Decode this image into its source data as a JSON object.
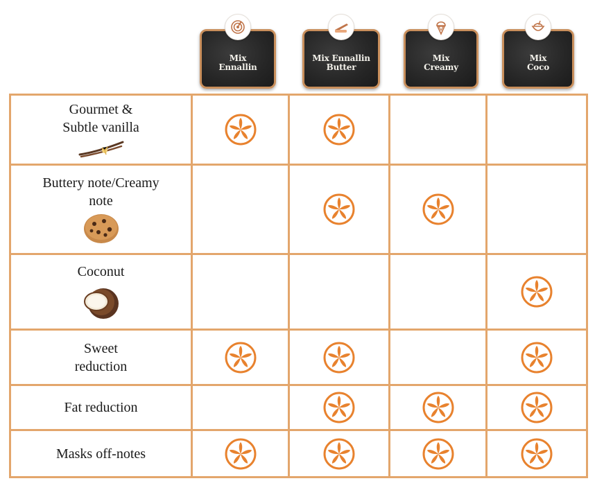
{
  "products": [
    {
      "label": "Mix\nEnnallin",
      "icon": "swirl-icon"
    },
    {
      "label": "Mix Ennallin\nButter",
      "icon": "butter-knife-icon"
    },
    {
      "label": "Mix\nCreamy",
      "icon": "ice-cream-icon"
    },
    {
      "label": "Mix\nCoco",
      "icon": "coconut-cup-icon"
    }
  ],
  "rows": [
    {
      "label": "Gourmet &\nSubtle vanilla",
      "icon": "vanilla-pod-icon",
      "marks": [
        true,
        true,
        false,
        false
      ]
    },
    {
      "label": "Buttery note/Creamy\nnote",
      "icon": "cookie-icon",
      "marks": [
        false,
        true,
        true,
        false
      ]
    },
    {
      "label": "Coconut",
      "icon": "coconut-icon",
      "marks": [
        false,
        false,
        false,
        true
      ]
    },
    {
      "label": "Sweet\nreduction",
      "icon": "",
      "marks": [
        true,
        true,
        false,
        true
      ]
    },
    {
      "label": "Fat reduction",
      "icon": "",
      "marks": [
        false,
        true,
        true,
        true
      ]
    },
    {
      "label": "Masks off-notes",
      "icon": "",
      "marks": [
        true,
        true,
        true,
        true
      ]
    }
  ],
  "colors": {
    "accent": "#e8822e",
    "border": "#e3a66c",
    "board": "#262626",
    "board_frame": "#c98f5c"
  },
  "mark_icon": "orange-flower-icon"
}
